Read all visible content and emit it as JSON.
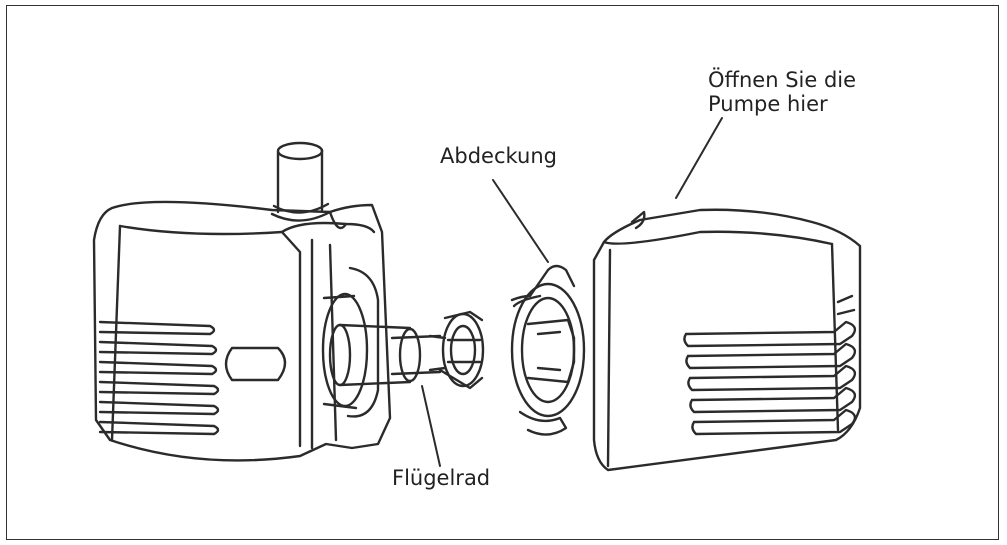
{
  "labels": {
    "open_pump_line1": "Öffnen Sie die",
    "open_pump_line2": "Pumpe hier",
    "cover": "Abdeckung",
    "impeller": "Flügelrad"
  },
  "colors": {
    "line": "#2b2b2b",
    "frame": "#333333",
    "background": "#ffffff"
  }
}
